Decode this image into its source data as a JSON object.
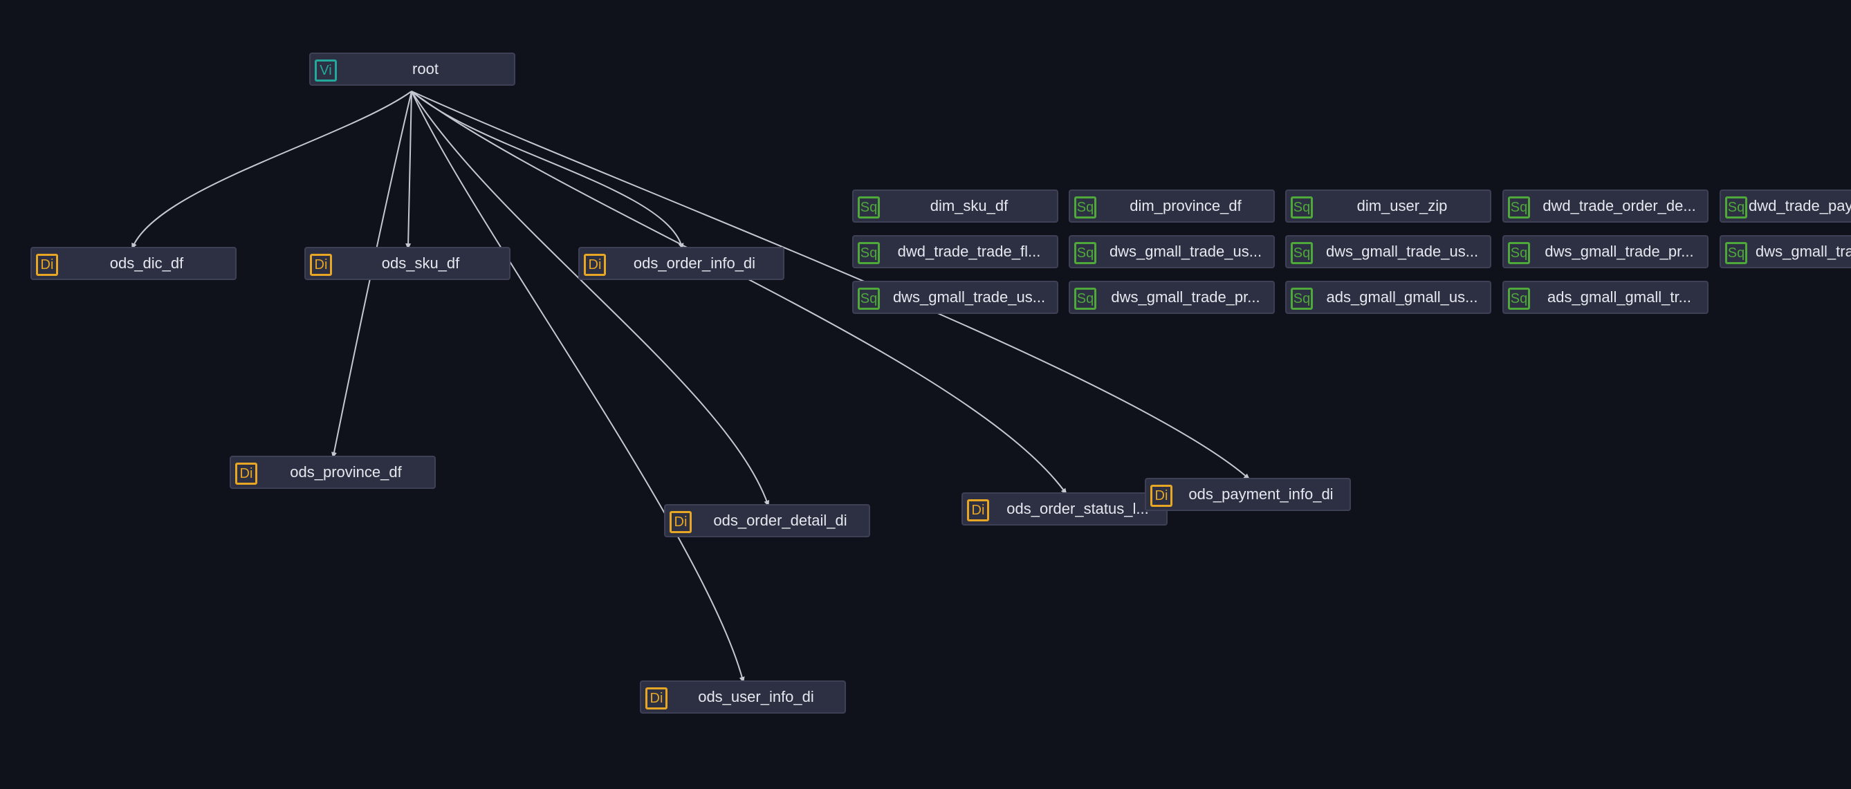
{
  "root": {
    "label": "root",
    "badge": "Vi"
  },
  "ods_nodes": [
    {
      "label": "ods_dic_df",
      "badge": "Di"
    },
    {
      "label": "ods_sku_df",
      "badge": "Di"
    },
    {
      "label": "ods_order_info_di",
      "badge": "Di"
    },
    {
      "label": "ods_province_df",
      "badge": "Di"
    },
    {
      "label": "ods_order_detail_di",
      "badge": "Di"
    },
    {
      "label": "ods_order_status_l...",
      "badge": "Di"
    },
    {
      "label": "ods_payment_info_di",
      "badge": "Di"
    },
    {
      "label": "ods_user_info_di",
      "badge": "Di"
    }
  ],
  "sql_nodes": [
    {
      "label": "dim_sku_df",
      "badge": "Sq"
    },
    {
      "label": "dim_province_df",
      "badge": "Sq"
    },
    {
      "label": "dim_user_zip",
      "badge": "Sq"
    },
    {
      "label": "dwd_trade_order_de...",
      "badge": "Sq"
    },
    {
      "label": "dwd_trade_paym",
      "badge": "Sq"
    },
    {
      "label": "dwd_trade_trade_fl...",
      "badge": "Sq"
    },
    {
      "label": "dws_gmall_trade_us...",
      "badge": "Sq"
    },
    {
      "label": "dws_gmall_trade_us...",
      "badge": "Sq"
    },
    {
      "label": "dws_gmall_trade_pr...",
      "badge": "Sq"
    },
    {
      "label": "dws_gmall_trac",
      "badge": "Sq"
    },
    {
      "label": "dws_gmall_trade_us...",
      "badge": "Sq"
    },
    {
      "label": "dws_gmall_trade_pr...",
      "badge": "Sq"
    },
    {
      "label": "ads_gmall_gmall_us...",
      "badge": "Sq"
    },
    {
      "label": "ads_gmall_gmall_tr...",
      "badge": "Sq"
    }
  ],
  "colors": {
    "background": "#10121b",
    "node_fill": "#2d2f42",
    "node_border": "#3e4156",
    "edge": "#c5c8d3",
    "badge_di": "#e7a624",
    "badge_vi": "#22a99b",
    "badge_sq": "#4ea83a",
    "text": "#e6e8ef"
  }
}
